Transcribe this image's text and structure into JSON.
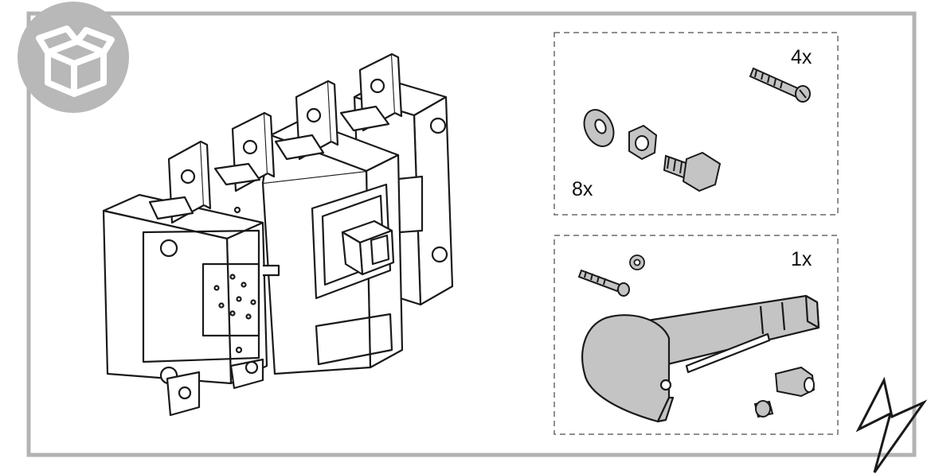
{
  "kit": {
    "hardware_panel": {
      "screw_qty": "4x",
      "bolt_qty": "8x"
    },
    "handle_panel": {
      "handle_qty": "1x"
    }
  },
  "colors": {
    "frame": "#b3b3b3",
    "badge": "#b8b8b8",
    "part_fill": "#c4c4c4",
    "line": "#1a1a1a"
  },
  "icons": [
    "package-box-icon",
    "lightning-bolt-icon"
  ]
}
